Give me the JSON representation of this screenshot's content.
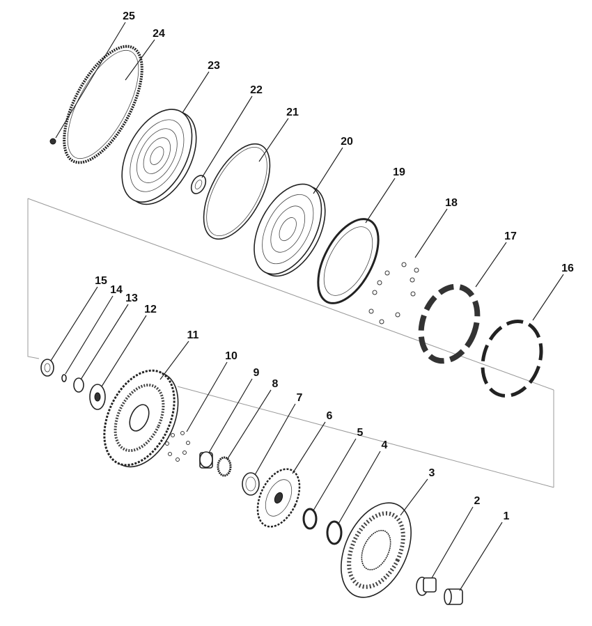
{
  "diagram": {
    "type": "exploded-parts-view",
    "part_numbers": [
      "1",
      "2",
      "3",
      "4",
      "5",
      "6",
      "7",
      "8",
      "9",
      "10",
      "11",
      "12",
      "13",
      "14",
      "15",
      "16",
      "17",
      "18",
      "19",
      "20",
      "21",
      "22",
      "23",
      "24",
      "25"
    ]
  }
}
